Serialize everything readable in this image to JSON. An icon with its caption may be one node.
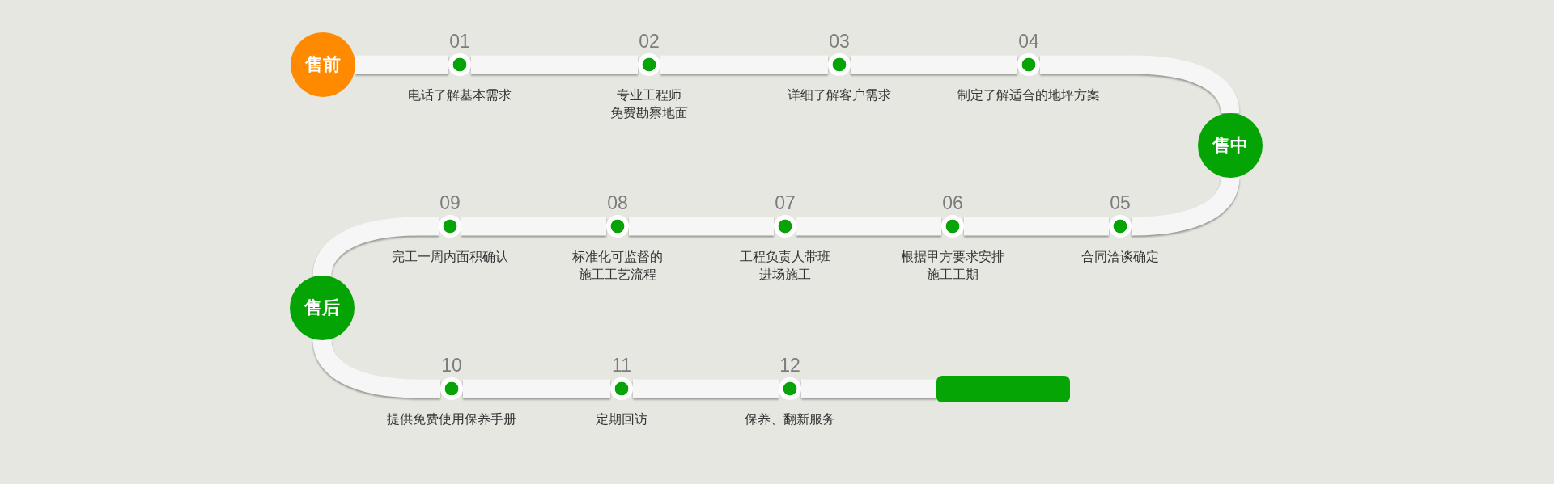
{
  "diagram": {
    "nodes": [
      {
        "text": [
          "售前"
        ]
      },
      {
        "text": [],
        "shape": "circle",
        "beside": [
          "01",
          "电话了解基本需求"
        ]
      },
      {
        "text": [],
        "shape": "circle",
        "beside": [
          "02",
          "专业工程师免费勘察地面"
        ]
      },
      {
        "text": [],
        "shape": "circle",
        "beside": [
          "03",
          "详细了解客户需求"
        ]
      },
      {
        "text": [],
        "shape": "circle",
        "beside": [
          "04",
          "制定了解适合的地坪方案"
        ]
      },
      {
        "text": [
          "售中"
        ]
      },
      {
        "text": [],
        "shape": "circle",
        "beside": [
          "05",
          "合同洽谈确定"
        ]
      },
      {
        "text": [],
        "shape": "circle",
        "beside": [
          "06",
          "根据甲方要求安排施工工期"
        ]
      },
      {
        "text": [],
        "shape": "circle",
        "beside": [
          "07",
          "工程负责人带班进场施工"
        ]
      },
      {
        "text": [],
        "shape": "circle",
        "beside": [
          "08",
          "标准化可监督的施工工艺流程"
        ]
      },
      {
        "text": [],
        "shape": "circle",
        "beside": [
          "09",
          "完工一周内面积确认"
        ]
      },
      {
        "text": [
          "售后"
        ]
      },
      {
        "text": [],
        "shape": "circle",
        "beside": [
          "10",
          "提供免费使用保养手册"
        ]
      },
      {
        "text": [],
        "shape": "circle",
        "beside": [
          "11",
          "定期回访"
        ]
      },
      {
        "text": [],
        "shape": "circle",
        "beside": [
          "12",
          "保养、翻新服务"
        ]
      },
      {
        "text": [],
        "shape": "bar"
      }
    ],
    "edges": [
      {
        "from": 0,
        "to": 1,
        "arrow": "none"
      },
      {
        "from": 1,
        "to": 2,
        "arrow": "none"
      },
      {
        "from": 2,
        "to": 3,
        "arrow": "none"
      },
      {
        "from": 3,
        "to": 4,
        "arrow": "none"
      },
      {
        "from": 4,
        "to": 5,
        "arrow": "none"
      },
      {
        "from": 5,
        "to": 6,
        "arrow": "none"
      },
      {
        "from": 6,
        "to": 7,
        "arrow": "none"
      },
      {
        "from": 7,
        "to": 8,
        "arrow": "none"
      },
      {
        "from": 8,
        "to": 9,
        "arrow": "none"
      },
      {
        "from": 9,
        "to": 10,
        "arrow": "none"
      },
      {
        "from": 10,
        "to": 11,
        "arrow": "none"
      },
      {
        "from": 11,
        "to": 12,
        "arrow": "none"
      },
      {
        "from": 12,
        "to": 13,
        "arrow": "none"
      },
      {
        "from": 13,
        "to": 14,
        "arrow": "none"
      },
      {
        "from": 14,
        "to": 15,
        "arrow": "none"
      }
    ]
  }
}
